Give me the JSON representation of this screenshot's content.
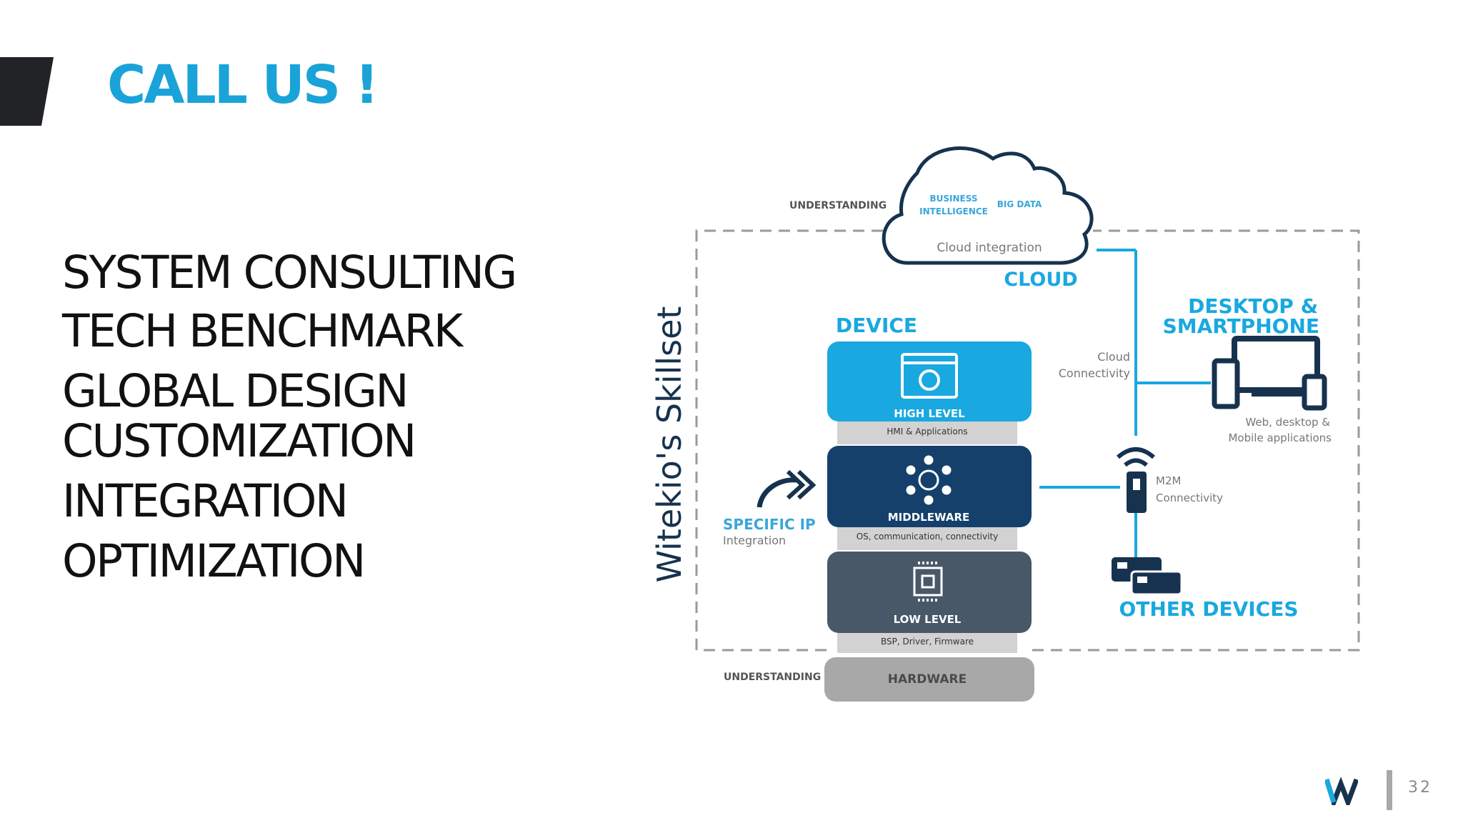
{
  "slide": {
    "title": "CALL US !",
    "page_number": "32",
    "services": [
      "SYSTEM CONSULTING",
      "TECH BENCHMARK",
      "GLOBAL DESIGN",
      "CUSTOMIZATION",
      "INTEGRATION",
      "OPTIMIZATION"
    ]
  },
  "diagram": {
    "skillset_label": "Witekio's Skillset",
    "cloud": {
      "label": "CLOUD",
      "understanding": "UNDERSTANDING",
      "business_intelligence_1": "BUSINESS",
      "business_intelligence_2": "INTELLIGENCE",
      "big_data": "BIG DATA",
      "integration": "Cloud integration"
    },
    "device": {
      "label": "DEVICE",
      "high_level": "HIGH LEVEL",
      "high_level_sub": "HMI & Applications",
      "middleware": "MIDDLEWARE",
      "middleware_sub": "OS, communication, connectivity",
      "low_level": "LOW LEVEL",
      "low_level_sub": "BSP, Driver, Firmware",
      "hardware": "HARDWARE",
      "hardware_understanding": "UNDERSTANDING"
    },
    "specific_ip": {
      "title": "SPECIFIC IP",
      "sub": "Integration"
    },
    "cloud_connectivity_1": "Cloud",
    "cloud_connectivity_2": "Connectivity",
    "desktop": {
      "title_1": "DESKTOP &",
      "title_2": "SMARTPHONE",
      "sub_1": "Web, desktop &",
      "sub_2": "Mobile applications"
    },
    "m2m_1": "M2M",
    "m2m_2": "Connectivity",
    "other_devices": "OTHER DEVICES"
  },
  "colors": {
    "accent_blue": "#1aa3d8",
    "high_level": "#19a8e0",
    "middleware": "#14406b",
    "low_level": "#485868",
    "hardware": "#a8a8a8",
    "dark_block": "#222326"
  }
}
